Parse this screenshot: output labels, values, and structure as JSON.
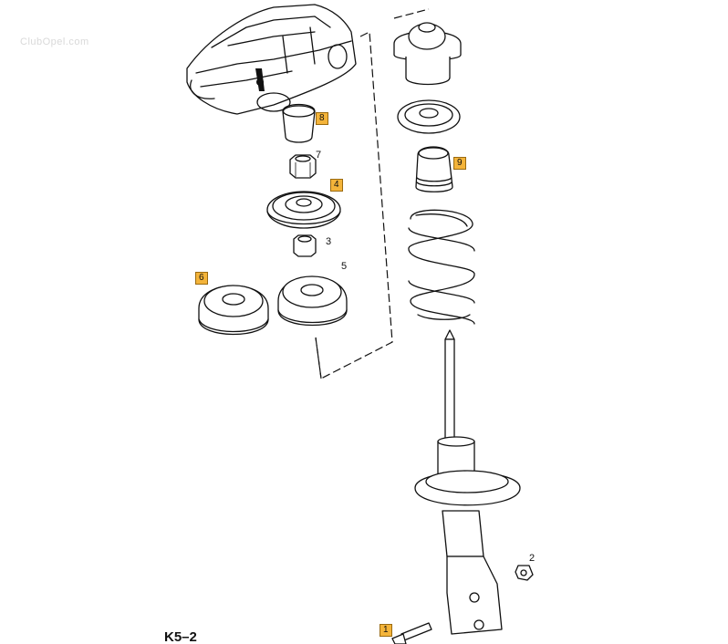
{
  "watermark": "ClubOpel.com",
  "diagram_code": "K5–2",
  "callouts": [
    {
      "id": "1",
      "highlight": true
    },
    {
      "id": "2",
      "highlight": false
    },
    {
      "id": "3",
      "highlight": false
    },
    {
      "id": "4",
      "highlight": true
    },
    {
      "id": "5",
      "highlight": false
    },
    {
      "id": "6",
      "highlight": true
    },
    {
      "id": "7",
      "highlight": false
    },
    {
      "id": "8",
      "highlight": true
    },
    {
      "id": "9",
      "highlight": true
    }
  ],
  "colors": {
    "highlight": "#f4b43a",
    "line": "#111111",
    "watermark": "#d9d9d9"
  }
}
